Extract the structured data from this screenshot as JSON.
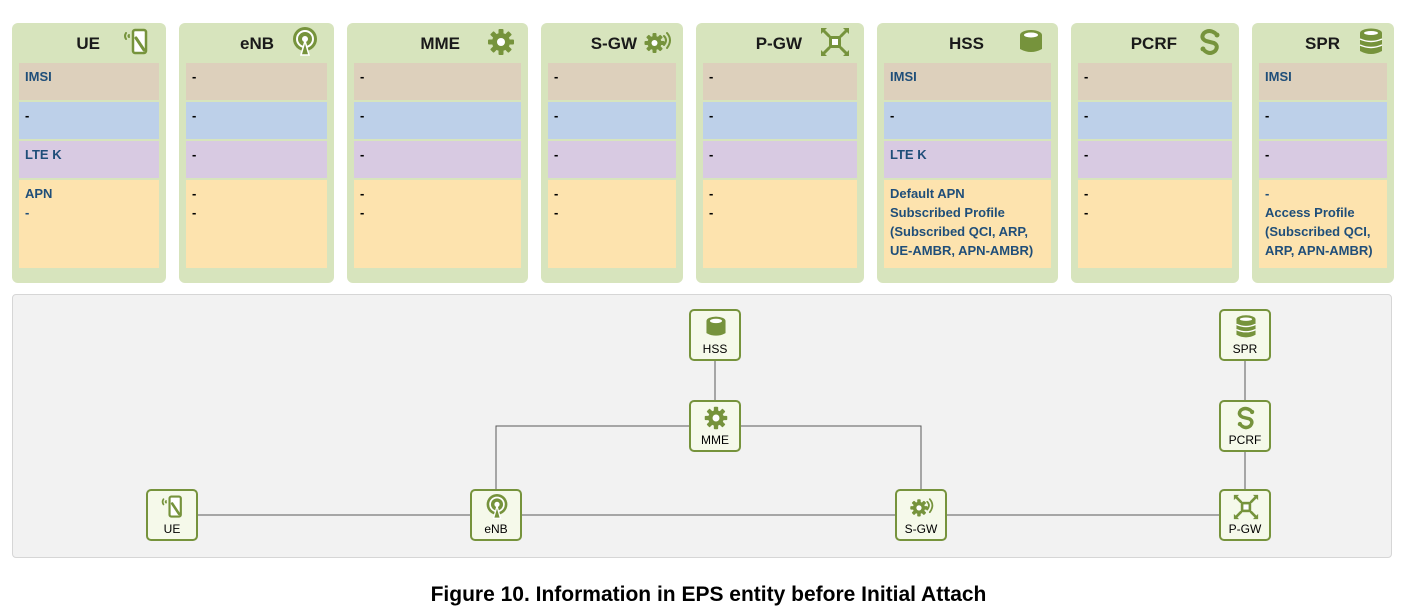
{
  "figure": {
    "caption": "Figure 10. Information in EPS entity before Initial Attach"
  },
  "entities": [
    {
      "id": "ue",
      "title": "UE",
      "icon": "phone-antenna-icon",
      "rows": [
        "IMSI",
        "-",
        "LTE K",
        "APN\n-"
      ]
    },
    {
      "id": "enb",
      "title": "eNB",
      "icon": "antenna-tower-icon",
      "rows": [
        "-",
        "-",
        "-",
        "-\n-"
      ]
    },
    {
      "id": "mme",
      "title": "MME",
      "icon": "gear-icon",
      "rows": [
        "-",
        "-",
        "-",
        "-\n-"
      ]
    },
    {
      "id": "sgw",
      "title": "S-GW",
      "icon": "gear-signal-icon",
      "rows": [
        "-",
        "-",
        "-",
        "-\n-"
      ]
    },
    {
      "id": "pgw",
      "title": "P-GW",
      "icon": "gateway-icon",
      "rows": [
        "-",
        "-",
        "-",
        "-\n-"
      ]
    },
    {
      "id": "hss",
      "title": "HSS",
      "icon": "database-icon",
      "rows": [
        "IMSI",
        "-",
        "LTE K",
        "Default APN\nSubscribed Profile\n(Subscribed QCI, ARP,\nUE-AMBR, APN-AMBR)"
      ]
    },
    {
      "id": "pcrf",
      "title": "PCRF",
      "icon": "policy-s-icon",
      "rows": [
        "-",
        "-",
        "-",
        "-\n-"
      ]
    },
    {
      "id": "spr",
      "title": "SPR",
      "icon": "database-stack-icon",
      "rows": [
        "IMSI",
        "-",
        "-",
        "-\nAccess Profile\n(Subscribed QCI,\nARP, APN-AMBR)"
      ]
    }
  ],
  "diagram": {
    "nodes": {
      "ue": "UE",
      "enb": "eNB",
      "mme": "MME",
      "hss": "HSS",
      "sgw": "S-GW",
      "pgw": "P-GW",
      "pcrf": "PCRF",
      "spr": "SPR"
    }
  },
  "colors": {
    "panel_bg": "#d7e4bd",
    "row_imsi": "#ddd0bc",
    "row_2": "#bdd0e9",
    "row_ltek": "#d8cae2",
    "row_apn": "#fde3ae",
    "text_blue": "#1f4e79",
    "icon_green": "#76933c"
  }
}
